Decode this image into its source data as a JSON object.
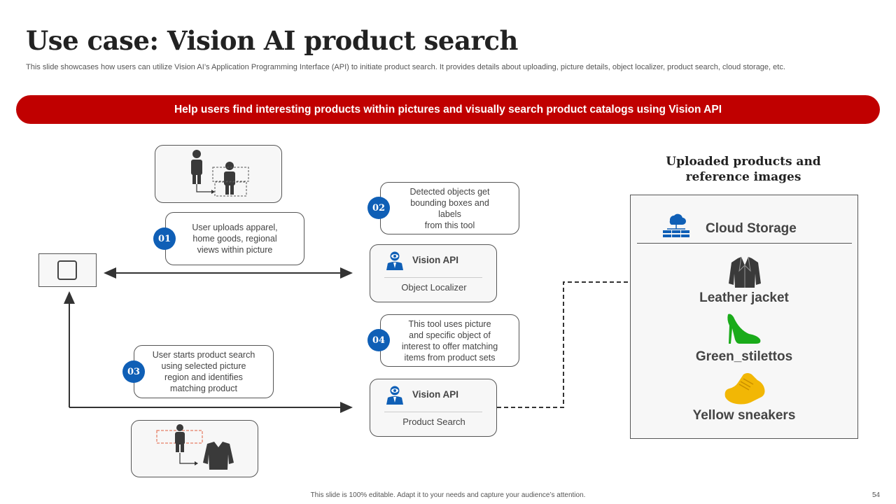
{
  "slide": {
    "title": "Use case: Vision AI product search",
    "subtitle": "This slide showcases how users can utilize Vision AI’s Application Programming Interface (API) to initiate product search. It provides details about uploading, picture details, object localizer, product search, cloud storage, etc.",
    "banner": "Help users find interesting products within pictures and visually search product catalogs using Vision API",
    "footer": "This slide is 100% editable. Adapt it to your needs and capture your audience’s attention.",
    "page_number": "54"
  },
  "steps": [
    {
      "number": "01",
      "text": "User uploads apparel,\nhome goods, regional\nviews within picture"
    },
    {
      "number": "02",
      "text": "Detected objects get\nbounding boxes and\nlabels\nfrom this tool"
    },
    {
      "number": "03",
      "text": "User starts product search\nusing selected picture\nregion and identifies\nmatching product"
    },
    {
      "number": "04",
      "text": "This tool uses picture\nand specific object of\ninterest to offer matching\nitems from product sets"
    }
  ],
  "api_boxes": [
    {
      "title": "Vision API",
      "subtitle": "Object Localizer"
    },
    {
      "title": "Vision API",
      "subtitle": "Product Search"
    }
  ],
  "right_panel": {
    "heading": "Uploaded products and reference images",
    "storage_label": "Cloud Storage",
    "products": [
      "Leather jacket",
      "Green_stilettos",
      "Yellow sneakers"
    ]
  },
  "colors": {
    "accent_red": "#c00000",
    "step_blue": "#0f5fb6",
    "stiletto_green": "#1aab1a",
    "sneaker_yellow": "#f2b705"
  }
}
